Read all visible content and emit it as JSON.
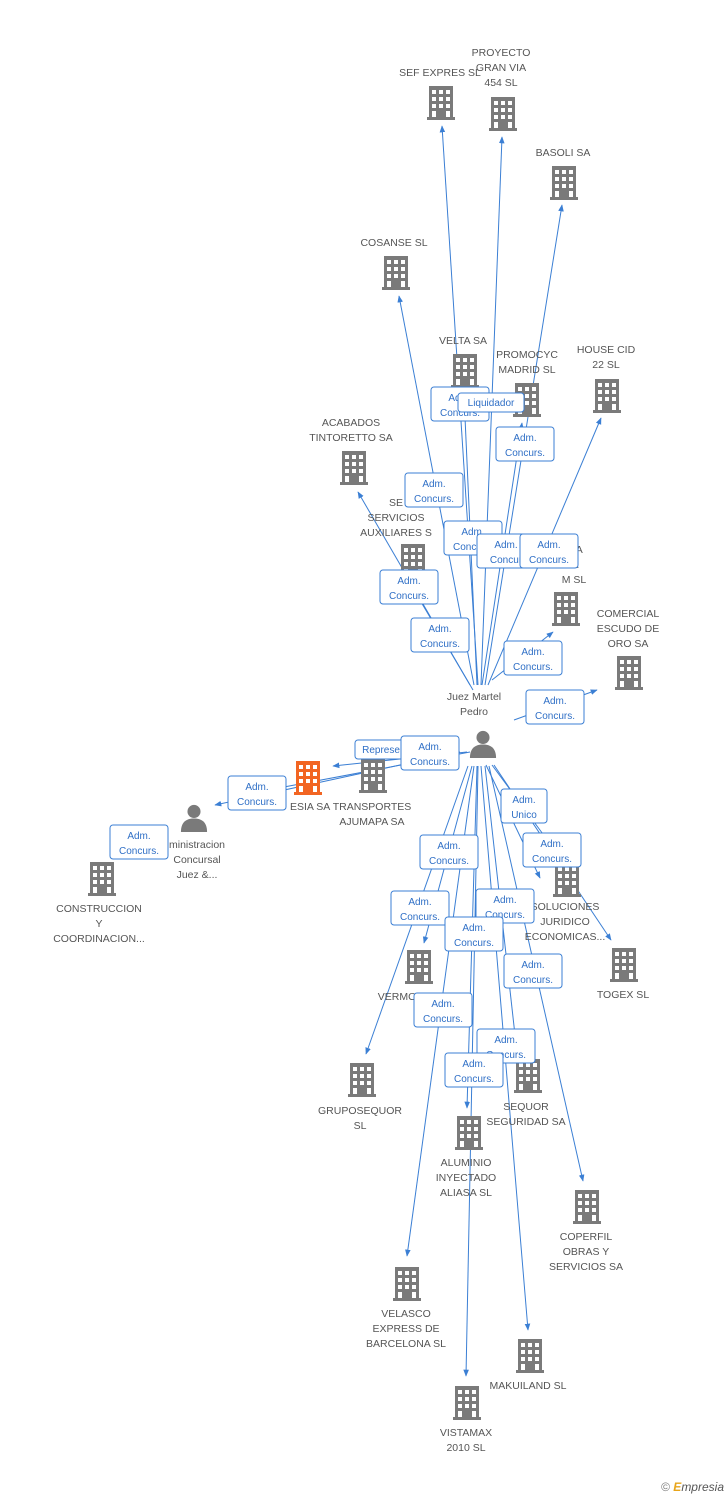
{
  "colors": {
    "edge": "#3b7fd4",
    "company": "#7a7a7a",
    "focus": "#f26522",
    "label": "#555555",
    "relation_text": "#2f6fc6"
  },
  "center": {
    "id": "juez",
    "label": [
      "Juez Martel",
      "Pedro"
    ],
    "type": "person"
  },
  "nodes": [
    {
      "id": "sef",
      "label": [
        "SEF EXPRES SL"
      ],
      "type": "company"
    },
    {
      "id": "proyecto",
      "label": [
        "PROYECTO",
        "GRAN VIA",
        "454 SL"
      ],
      "type": "company"
    },
    {
      "id": "basoli",
      "label": [
        "BASOLI SA"
      ],
      "type": "company"
    },
    {
      "id": "cosanse",
      "label": [
        "COSANSE SL"
      ],
      "type": "company"
    },
    {
      "id": "velta",
      "label": [
        "VELTA SA"
      ],
      "type": "company"
    },
    {
      "id": "promocyc",
      "label": [
        "PROMOCYC",
        "MADRID SL"
      ],
      "type": "company"
    },
    {
      "id": "housecid",
      "label": [
        "HOUSE CID",
        "22 SL"
      ],
      "type": "company"
    },
    {
      "id": "acabados",
      "label": [
        "ACABADOS",
        "TINTORETTO SA"
      ],
      "type": "company"
    },
    {
      "id": "servicios",
      "label": [
        "SE",
        "SERVICIOS",
        "AUXILIARES S"
      ],
      "type": "company"
    },
    {
      "id": "ria",
      "label": [
        "RIA",
        "C.",
        "M SL"
      ],
      "type": "company"
    },
    {
      "id": "comercial",
      "label": [
        "COMERCIAL",
        "ESCUDO DE",
        "ORO SA"
      ],
      "type": "company"
    },
    {
      "id": "esia",
      "label": [
        "ESIA SA"
      ],
      "type": "focus"
    },
    {
      "id": "transportes",
      "label": [
        "TRANSPORTES",
        "AJUMAPA SA"
      ],
      "type": "company"
    },
    {
      "id": "admin",
      "label": [
        "ministracion",
        "Concursal",
        "Juez &..."
      ],
      "type": "person"
    },
    {
      "id": "construccion",
      "label": [
        "CONSTRUCCION",
        "Y",
        "COORDINACION..."
      ],
      "type": "company"
    },
    {
      "id": "soluciones",
      "label": [
        "SOLUCIONES",
        "JURIDICO",
        "ECONOMICAS..."
      ],
      "type": "company"
    },
    {
      "id": "togex",
      "label": [
        "TOGEX SL"
      ],
      "type": "company"
    },
    {
      "id": "vermo",
      "label": [
        "VERMO"
      ],
      "type": "company"
    },
    {
      "id": "gruposequor",
      "label": [
        "GRUPOSEQUOR",
        "SL"
      ],
      "type": "company"
    },
    {
      "id": "sequor",
      "label": [
        "SEQUOR",
        "SEGURIDAD SA"
      ],
      "type": "company"
    },
    {
      "id": "aluminio",
      "label": [
        "ALUMINIO",
        "INYECTADO",
        "ALIASA SL"
      ],
      "type": "company"
    },
    {
      "id": "coperfil",
      "label": [
        "COPERFIL",
        "OBRAS Y",
        "SERVICIOS SA"
      ],
      "type": "company"
    },
    {
      "id": "velasco",
      "label": [
        "VELASCO",
        "EXPRESS DE",
        "BARCELONA SL"
      ],
      "type": "company"
    },
    {
      "id": "makuiland",
      "label": [
        "MAKUILAND SL"
      ],
      "type": "company"
    },
    {
      "id": "vistamax",
      "label": [
        "VISTAMAX",
        "2010 SL"
      ],
      "type": "company"
    }
  ],
  "relations": [
    {
      "text": [
        "Adm.",
        "Concurs."
      ]
    },
    {
      "text": [
        "Liquidador"
      ]
    },
    {
      "text": [
        "Adm.",
        "Concurs."
      ]
    },
    {
      "text": [
        "Adm.",
        "Concurs."
      ]
    },
    {
      "text": [
        "Adm.",
        "Concurs."
      ]
    },
    {
      "text": [
        "Adm.",
        "Concur"
      ]
    },
    {
      "text": [
        "Adm.",
        "Concurs."
      ]
    },
    {
      "text": [
        "Adm.",
        "Concurs."
      ]
    },
    {
      "text": [
        "Adm.",
        "Concurs."
      ]
    },
    {
      "text": [
        "Adm.",
        "Concurs."
      ]
    },
    {
      "text": [
        "Adm.",
        "Concurs."
      ]
    },
    {
      "text": [
        "Represe"
      ]
    },
    {
      "text": [
        "Adm.",
        "Concurs."
      ]
    },
    {
      "text": [
        "Adm.",
        "Concurs."
      ]
    },
    {
      "text": [
        "Adm.",
        "Concurs."
      ]
    },
    {
      "text": [
        "Adm.",
        "Unico"
      ]
    },
    {
      "text": [
        "Adm.",
        "Concurs."
      ]
    },
    {
      "text": [
        "Adm.",
        "Concurs."
      ]
    },
    {
      "text": [
        "Adm.",
        "Concurs."
      ]
    },
    {
      "text": [
        "Adm.",
        "Concurs."
      ]
    },
    {
      "text": [
        "Adm.",
        "Concurs."
      ]
    },
    {
      "text": [
        "Adm.",
        "Concurs."
      ]
    },
    {
      "text": [
        "Adm.",
        "Concurs."
      ]
    },
    {
      "text": [
        "Adm.",
        "Concurs."
      ]
    },
    {
      "text": [
        "Adm.",
        "Concurs."
      ]
    }
  ],
  "credit": {
    "symbol": "©",
    "brand_first": "E",
    "brand_rest": "mpresia"
  }
}
